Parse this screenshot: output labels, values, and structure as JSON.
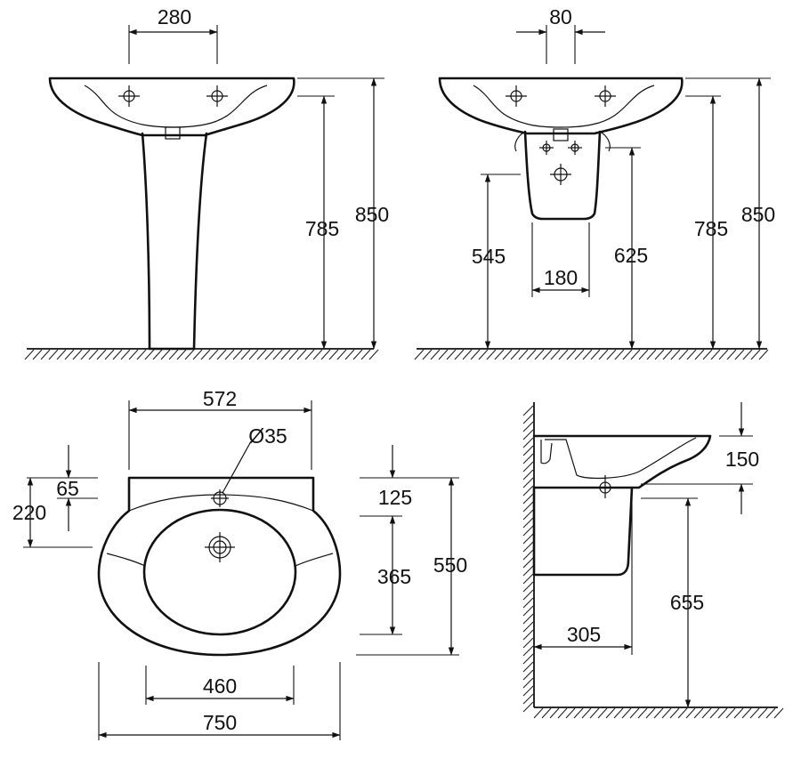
{
  "dimensions": {
    "front_pedestal": {
      "top_width": "280",
      "rim_height": "785",
      "total_height": "850"
    },
    "front_semi_pedestal": {
      "top_width": "80",
      "waste_height": "545",
      "shroud_width": "180",
      "shroud_bottom_height": "625",
      "rim_height": "785",
      "total_height": "850"
    },
    "plan": {
      "back_width": "572",
      "tap_hole": "Ø35",
      "back_to_tap": "65",
      "back_to_waste": "220",
      "back_depth": "125",
      "bowl_depth": "365",
      "total_depth": "550",
      "bowl_width": "460",
      "total_width": "750"
    },
    "side": {
      "rim_drop": "150",
      "projection": "305",
      "shroud_height": "655"
    }
  }
}
